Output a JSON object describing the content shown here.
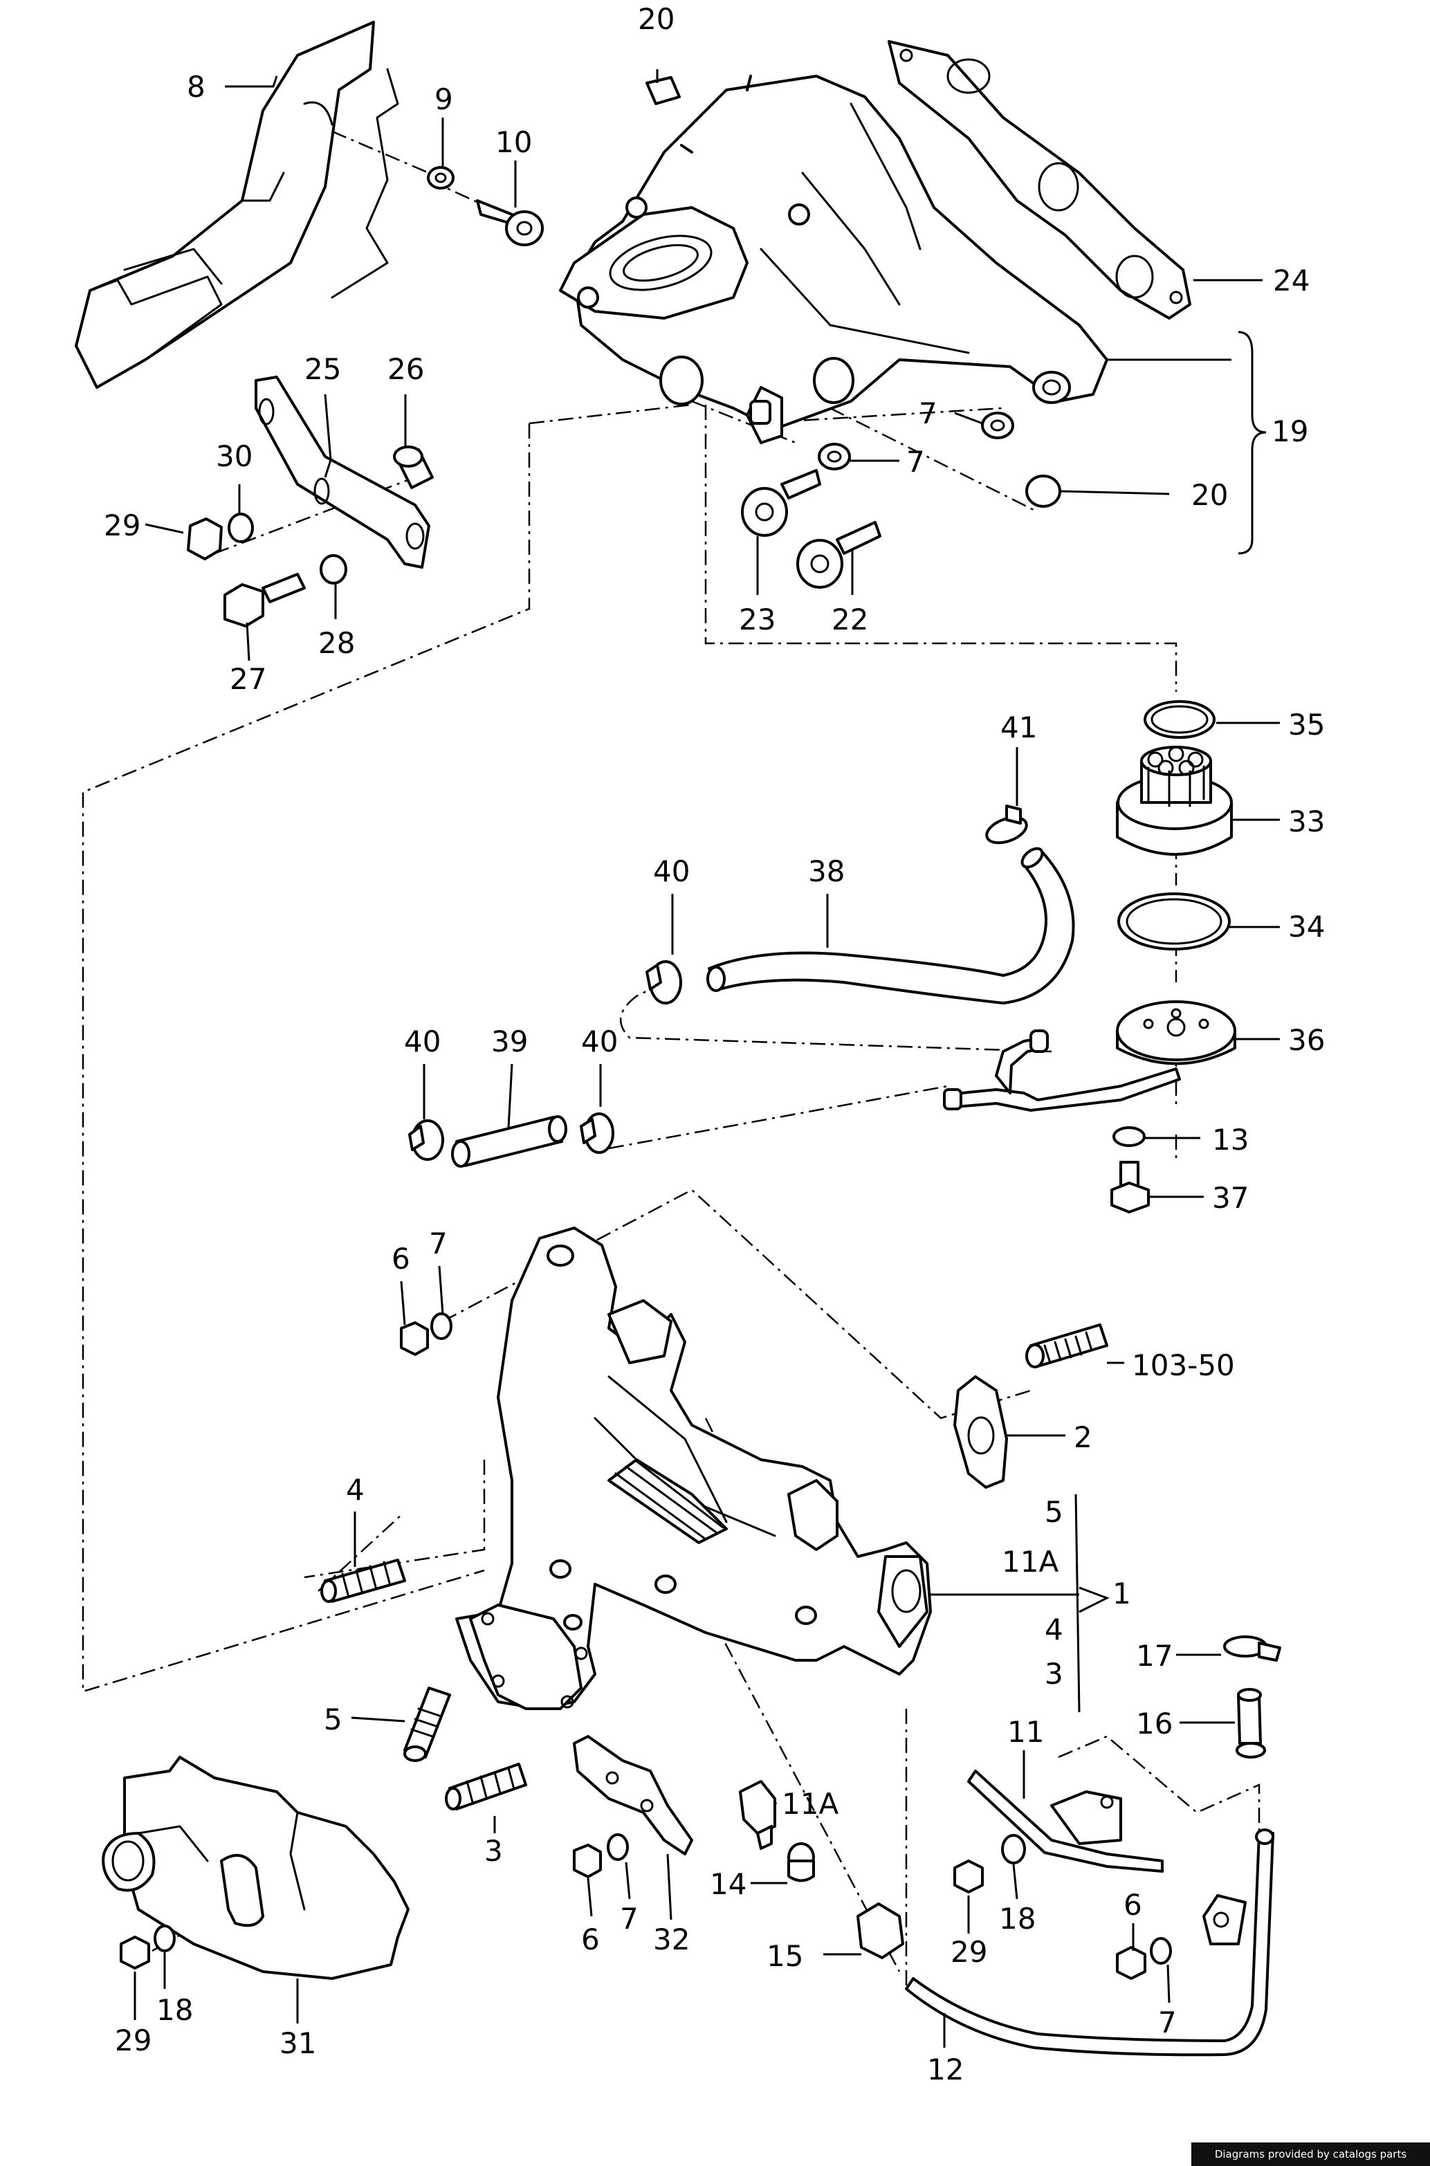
{
  "diagram": {
    "callouts": [
      "20",
      "8",
      "9",
      "10",
      "24",
      "25",
      "26",
      "19",
      "7",
      "7",
      "30",
      "29",
      "20",
      "23",
      "22",
      "28",
      "27",
      "41",
      "35",
      "33",
      "40",
      "38",
      "34",
      "40",
      "39",
      "40",
      "36",
      "13",
      "37",
      "6",
      "7",
      "103-50",
      "2",
      "4",
      "5",
      "11A",
      "1",
      "4",
      "3",
      "17",
      "5",
      "11",
      "16",
      "3",
      "11A",
      "14",
      "6",
      "7",
      "32",
      "18",
      "29",
      "6",
      "15",
      "7",
      "29",
      "18",
      "31",
      "12"
    ],
    "footer": "Diagrams provided by catalogs parts"
  }
}
